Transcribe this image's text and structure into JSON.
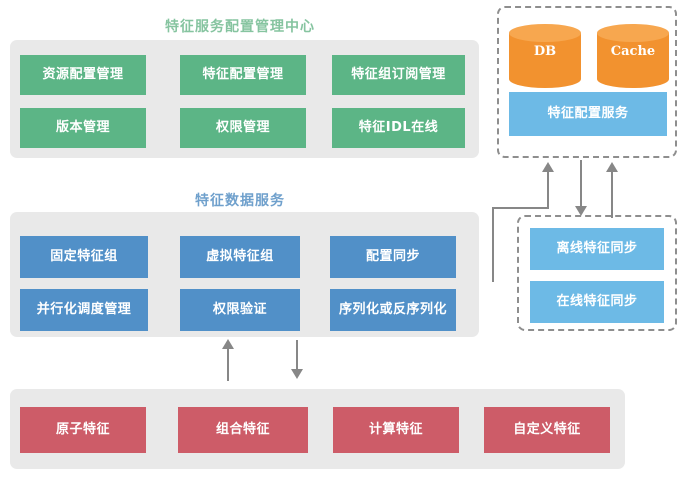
{
  "diagram": {
    "sections": {
      "config_center": {
        "title": "特征服务配置管理中心",
        "tiles": [
          {
            "label": "资源配置管理"
          },
          {
            "label": "特征配置管理"
          },
          {
            "label": "特征组订阅管理"
          },
          {
            "label": "版本管理"
          },
          {
            "label": "权限管理"
          },
          {
            "label": "特征IDL在线"
          }
        ]
      },
      "data_service": {
        "title": "特征数据服务",
        "tiles": [
          {
            "label": "固定特征组"
          },
          {
            "label": "虚拟特征组"
          },
          {
            "label": "配置同步"
          },
          {
            "label": "并行化调度管理"
          },
          {
            "label": "权限验证"
          },
          {
            "label": "序列化或反序列化"
          }
        ]
      },
      "feature_types": {
        "tiles": [
          {
            "label": "原子特征"
          },
          {
            "label": "组合特征"
          },
          {
            "label": "计算特征"
          },
          {
            "label": "自定义特征"
          }
        ]
      },
      "storage": {
        "cylinders": [
          {
            "label": "DB"
          },
          {
            "label": "Cache"
          }
        ],
        "service": {
          "label": "特征配置服务"
        }
      },
      "sync": {
        "tiles": [
          {
            "label": "离线特征同步"
          },
          {
            "label": "在线特征同步"
          }
        ]
      }
    },
    "colors": {
      "green": "#5cb586",
      "blue": "#5190c8",
      "red": "#cd5c68",
      "light_blue": "#6dbae6",
      "orange": "#f2922f",
      "panel_gray": "#e9e9e9",
      "connector_gray": "#878787",
      "title_green": "#86c4a0",
      "title_blue": "#6fa0cc"
    }
  }
}
